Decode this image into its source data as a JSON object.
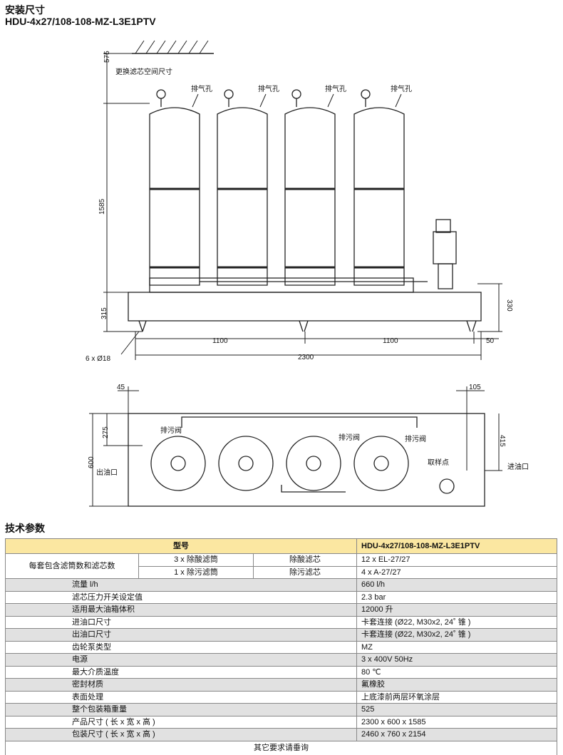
{
  "header": {
    "title": "安装尺寸",
    "model": "HDU-4x27/108-108-MZ-L3E1PTV"
  },
  "drawing": {
    "front": {
      "dim_575": "575",
      "dim_1585": "1585",
      "dim_315": "315",
      "dim_330": "330",
      "dim_1100_a": "1100",
      "dim_1100_b": "1100",
      "dim_50": "50",
      "dim_2300": "2300",
      "holes": "6 x Ø18",
      "replace_space": "更换滤芯空间尺寸",
      "vent": "排气孔"
    },
    "top": {
      "dim_45": "45",
      "dim_275": "275",
      "dim_600": "600",
      "dim_105": "105",
      "dim_415": "415",
      "outlet": "出油口",
      "drain": "排污阀",
      "sample": "取样点",
      "inlet": "进油口"
    }
  },
  "specs": {
    "title": "技术参数",
    "model_label": "型号",
    "model_value": "HDU-4x27/108-108-MZ-L3E1PTV",
    "filters_label": "每套包含滤筒数和滤芯数",
    "filters": [
      {
        "housing": "3 x 除酸滤筒",
        "element": "除酸滤芯",
        "value": "12 x EL-27/27"
      },
      {
        "housing": "1 x 除污滤筒",
        "element": "除污滤芯",
        "value": "4 x A-27/27"
      }
    ],
    "rows": [
      {
        "label": "流量 l/h",
        "value": "660 l/h"
      },
      {
        "label": "滤芯压力开关设定值",
        "value": "2.3 bar"
      },
      {
        "label": "适用最大油箱体积",
        "value": "12000 升"
      },
      {
        "label": "进油口尺寸",
        "value": "卡套连接 (Ø22, M30x2, 24˚ 锥 )"
      },
      {
        "label": "出油口尺寸",
        "value": "卡套连接 (Ø22, M30x2, 24˚ 锥 )"
      },
      {
        "label": "齿轮泵类型",
        "value": "MZ"
      },
      {
        "label": "电源",
        "value": "3 x 400V 50Hz"
      },
      {
        "label": "最大介质温度",
        "value": "80 ℃"
      },
      {
        "label": "密封材质",
        "value": "氟橡胶"
      },
      {
        "label": "表面处理",
        "value": "上底漆前两层环氧涂层"
      },
      {
        "label": "整个包装箱重量",
        "value": "525"
      },
      {
        "label": "产品尺寸 ( 长 x 宽 x 高 )",
        "value": "2300 x 600 x 1585"
      },
      {
        "label": "包装尺寸 ( 长 x 宽 x 高 )",
        "value": "2460 x 760 x 2154"
      }
    ],
    "footer": "其它要求请垂询"
  }
}
